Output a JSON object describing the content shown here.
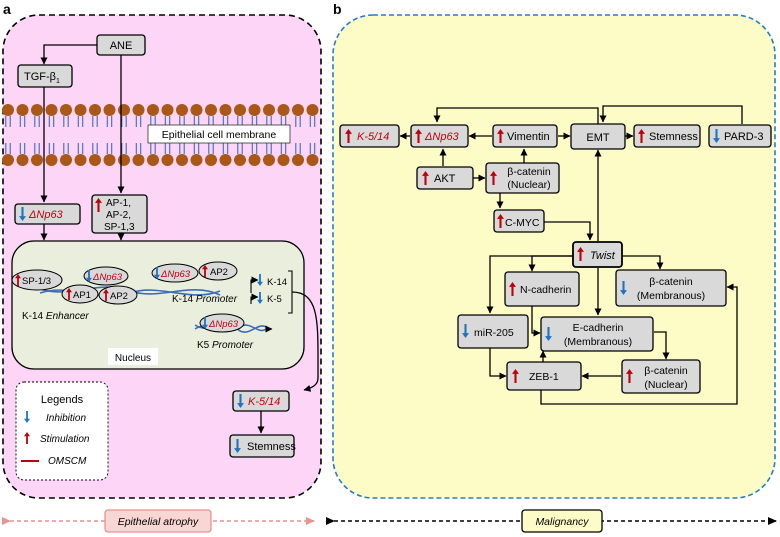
{
  "panels": {
    "a": {
      "letter": "a",
      "footer": "Epithelial atrophy",
      "ane": "ANE",
      "tgf": "TGF-β",
      "tgf_sub": "1",
      "membrane": "Epithelial cell membrane",
      "dnp63": "ΔNp63",
      "tf_lines": [
        "AP-1,",
        "AP-2,",
        "SP-1,3"
      ],
      "sp13": "SP-1/3",
      "ap1": "AP1",
      "ap2": "AP2",
      "k14": "K-14",
      "k5": "K-5",
      "k14_enhancer_prefix": "K-14 ",
      "k14_enhancer_italic": "Enhancer",
      "k14_promoter_prefix": "K-14 ",
      "k14_promoter_italic": "Promoter",
      "k5_promoter_prefix": "K5 ",
      "k5_promoter_italic": "Promoter",
      "nucleus": "Nucleus",
      "k514": "K-5/14",
      "stemness": "Stemness",
      "legend": {
        "title": "Legends",
        "inhibition": "Inhibition",
        "stimulation": "Stimulation",
        "omscm": "OMSCM"
      }
    },
    "b": {
      "letter": "b",
      "footer": "Malignancy",
      "k514": "K-5/14",
      "dnp63": "ΔNp63",
      "vimentin": "Vimentin",
      "emt": "EMT",
      "stemness": "Stemness",
      "pard3": "PARD-3",
      "akt": "AKT",
      "bcat_nuc_1": "β-catenin",
      "bcat_nuc_2": "(Nuclear)",
      "cmyc": "C-MYC",
      "twist": "Twist",
      "ncad": "N-cadherin",
      "bcat_mem_1": "β-catenin",
      "bcat_mem_2": "(Membranous)",
      "mir205": "miR-205",
      "ecad_1": "E-cadherin",
      "ecad_2": "(Membranous)",
      "zeb1": "ZEB-1",
      "bcat2_nuc_1": "β-catenin",
      "bcat2_nuc_2": "(Nuclear)"
    }
  },
  "colors": {
    "panel_a_fill": "#fdd6f7",
    "panel_b_fill": "#fefcc6",
    "panel_b_border": "#2a7bc6",
    "nucleus_fill": "#e9efdc",
    "node_fill": "#d9d9d9",
    "up_arrow": "#c0000e",
    "down_arrow": "#1f74c2",
    "membrane_head": "#a95817",
    "membrane_tail": "#3e6cb6",
    "footer_a": "#e7948f",
    "footer_a_fill": "#f7d6d3",
    "italic_red": "#c0000e"
  },
  "icons": {
    "up": "stimulation-up-arrow-icon",
    "down": "inhibition-down-arrow-icon",
    "dna": "dna-strand-icon"
  }
}
